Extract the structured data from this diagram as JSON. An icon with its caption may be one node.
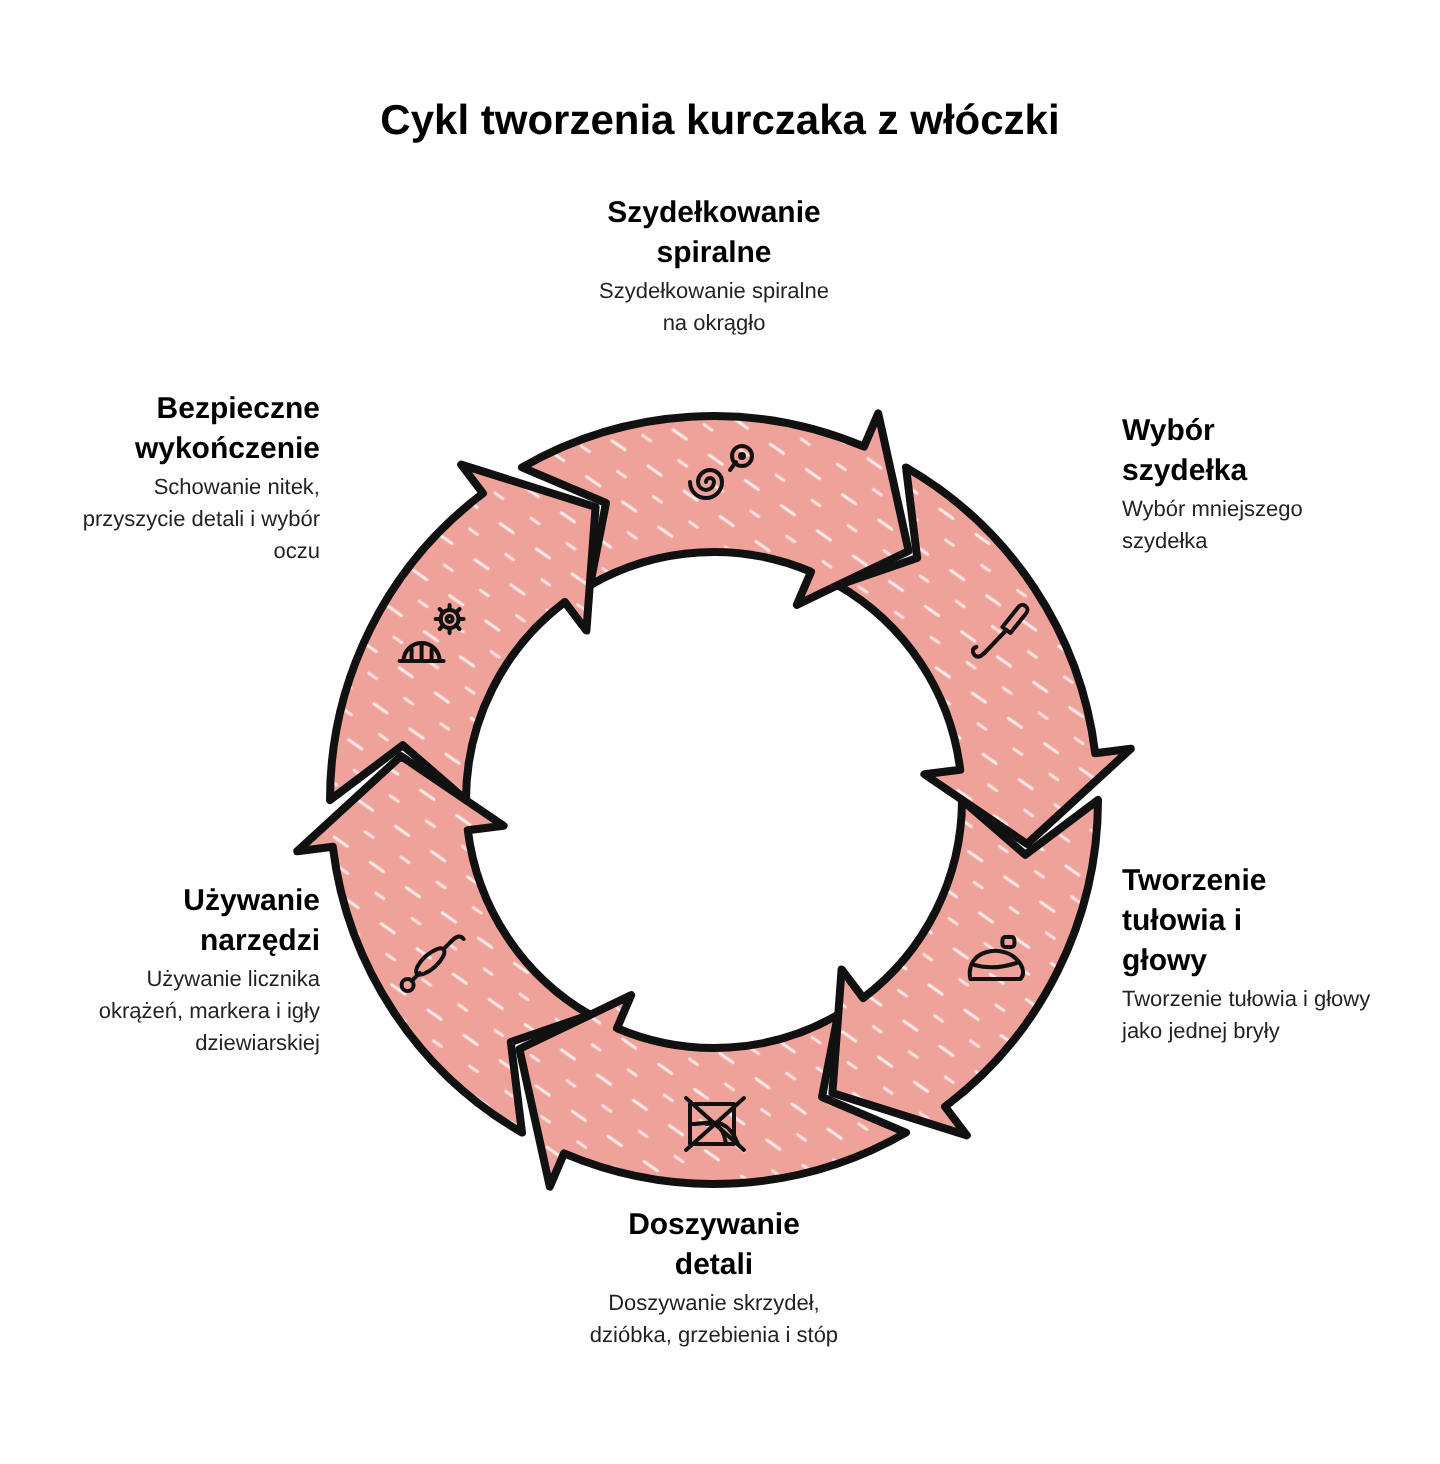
{
  "diagram": {
    "title": "Cykl tworzenia kurczaka z włóczki",
    "nodes": [
      {
        "text": [],
        "shape": "arrow",
        "beside": [
          "Szydełkowanie spiralne",
          "Szydełkowanie spiralne na okrągło"
        ]
      },
      {
        "text": [],
        "shape": "arrow",
        "beside": [
          "Wybór szydełka",
          "Wybór mniejszego szydełka"
        ]
      },
      {
        "text": [],
        "shape": "arrow",
        "beside": [
          "Tworzenie tułowia i głowy",
          "Tworzenie tułowia i głowy jako jednej bryły"
        ]
      },
      {
        "text": [],
        "shape": "arrow",
        "beside": [
          "Doszywanie detali",
          "Doszywanie skrzydeł, dzióbka, grzebienia i stóp"
        ]
      },
      {
        "text": [],
        "shape": "arrow",
        "beside": [
          "Używanie narzędzi",
          "Używanie licznika okrążeń, markera i igły dziewiarskiej"
        ]
      },
      {
        "text": [],
        "shape": "arrow",
        "beside": [
          "Bezpieczne wykończenie",
          "Schowanie nitek, przyszycie detali i wybór oczu"
        ]
      }
    ]
  }
}
